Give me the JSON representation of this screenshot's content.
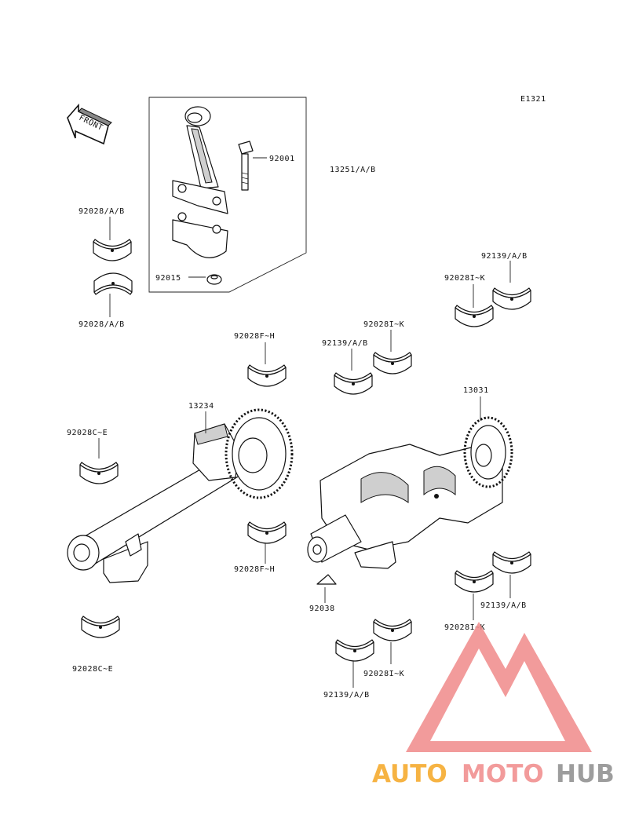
{
  "diagram": {
    "code": "E1321",
    "front_label": "FRONT",
    "labels": {
      "p13251": "13251/A/B",
      "p92001": "92001",
      "p92015": "92015",
      "p92028ab_top": "92028/A/B",
      "p92028ab_bot": "92028/A/B",
      "p92139ab_r1": "92139/A/B",
      "p92028ik_r1": "92028I~K",
      "p92028ik_m": "92028I~K",
      "p92139ab_m": "92139/A/B",
      "p92028fh_top": "92028F~H",
      "p13234": "13234",
      "p13031": "13031",
      "p92028ce_top": "92028C~E",
      "p92028fh_bot": "92028F~H",
      "p92038": "92038",
      "p92139ab_r2": "92139/A/B",
      "p92028ik_r2": "92028I~K",
      "p92028ce_bot": "92028C~E",
      "p92028ik_b": "92028I~K",
      "p92139ab_b": "92139/A/B"
    }
  },
  "watermark": {
    "text_a": "AUTO",
    "text_b": "MOTO",
    "text_c": "HUB",
    "color_a": "#f5a623",
    "color_b": "#f08a8a",
    "color_c": "#8c8c8c",
    "logo_color": "#f08a8a"
  }
}
